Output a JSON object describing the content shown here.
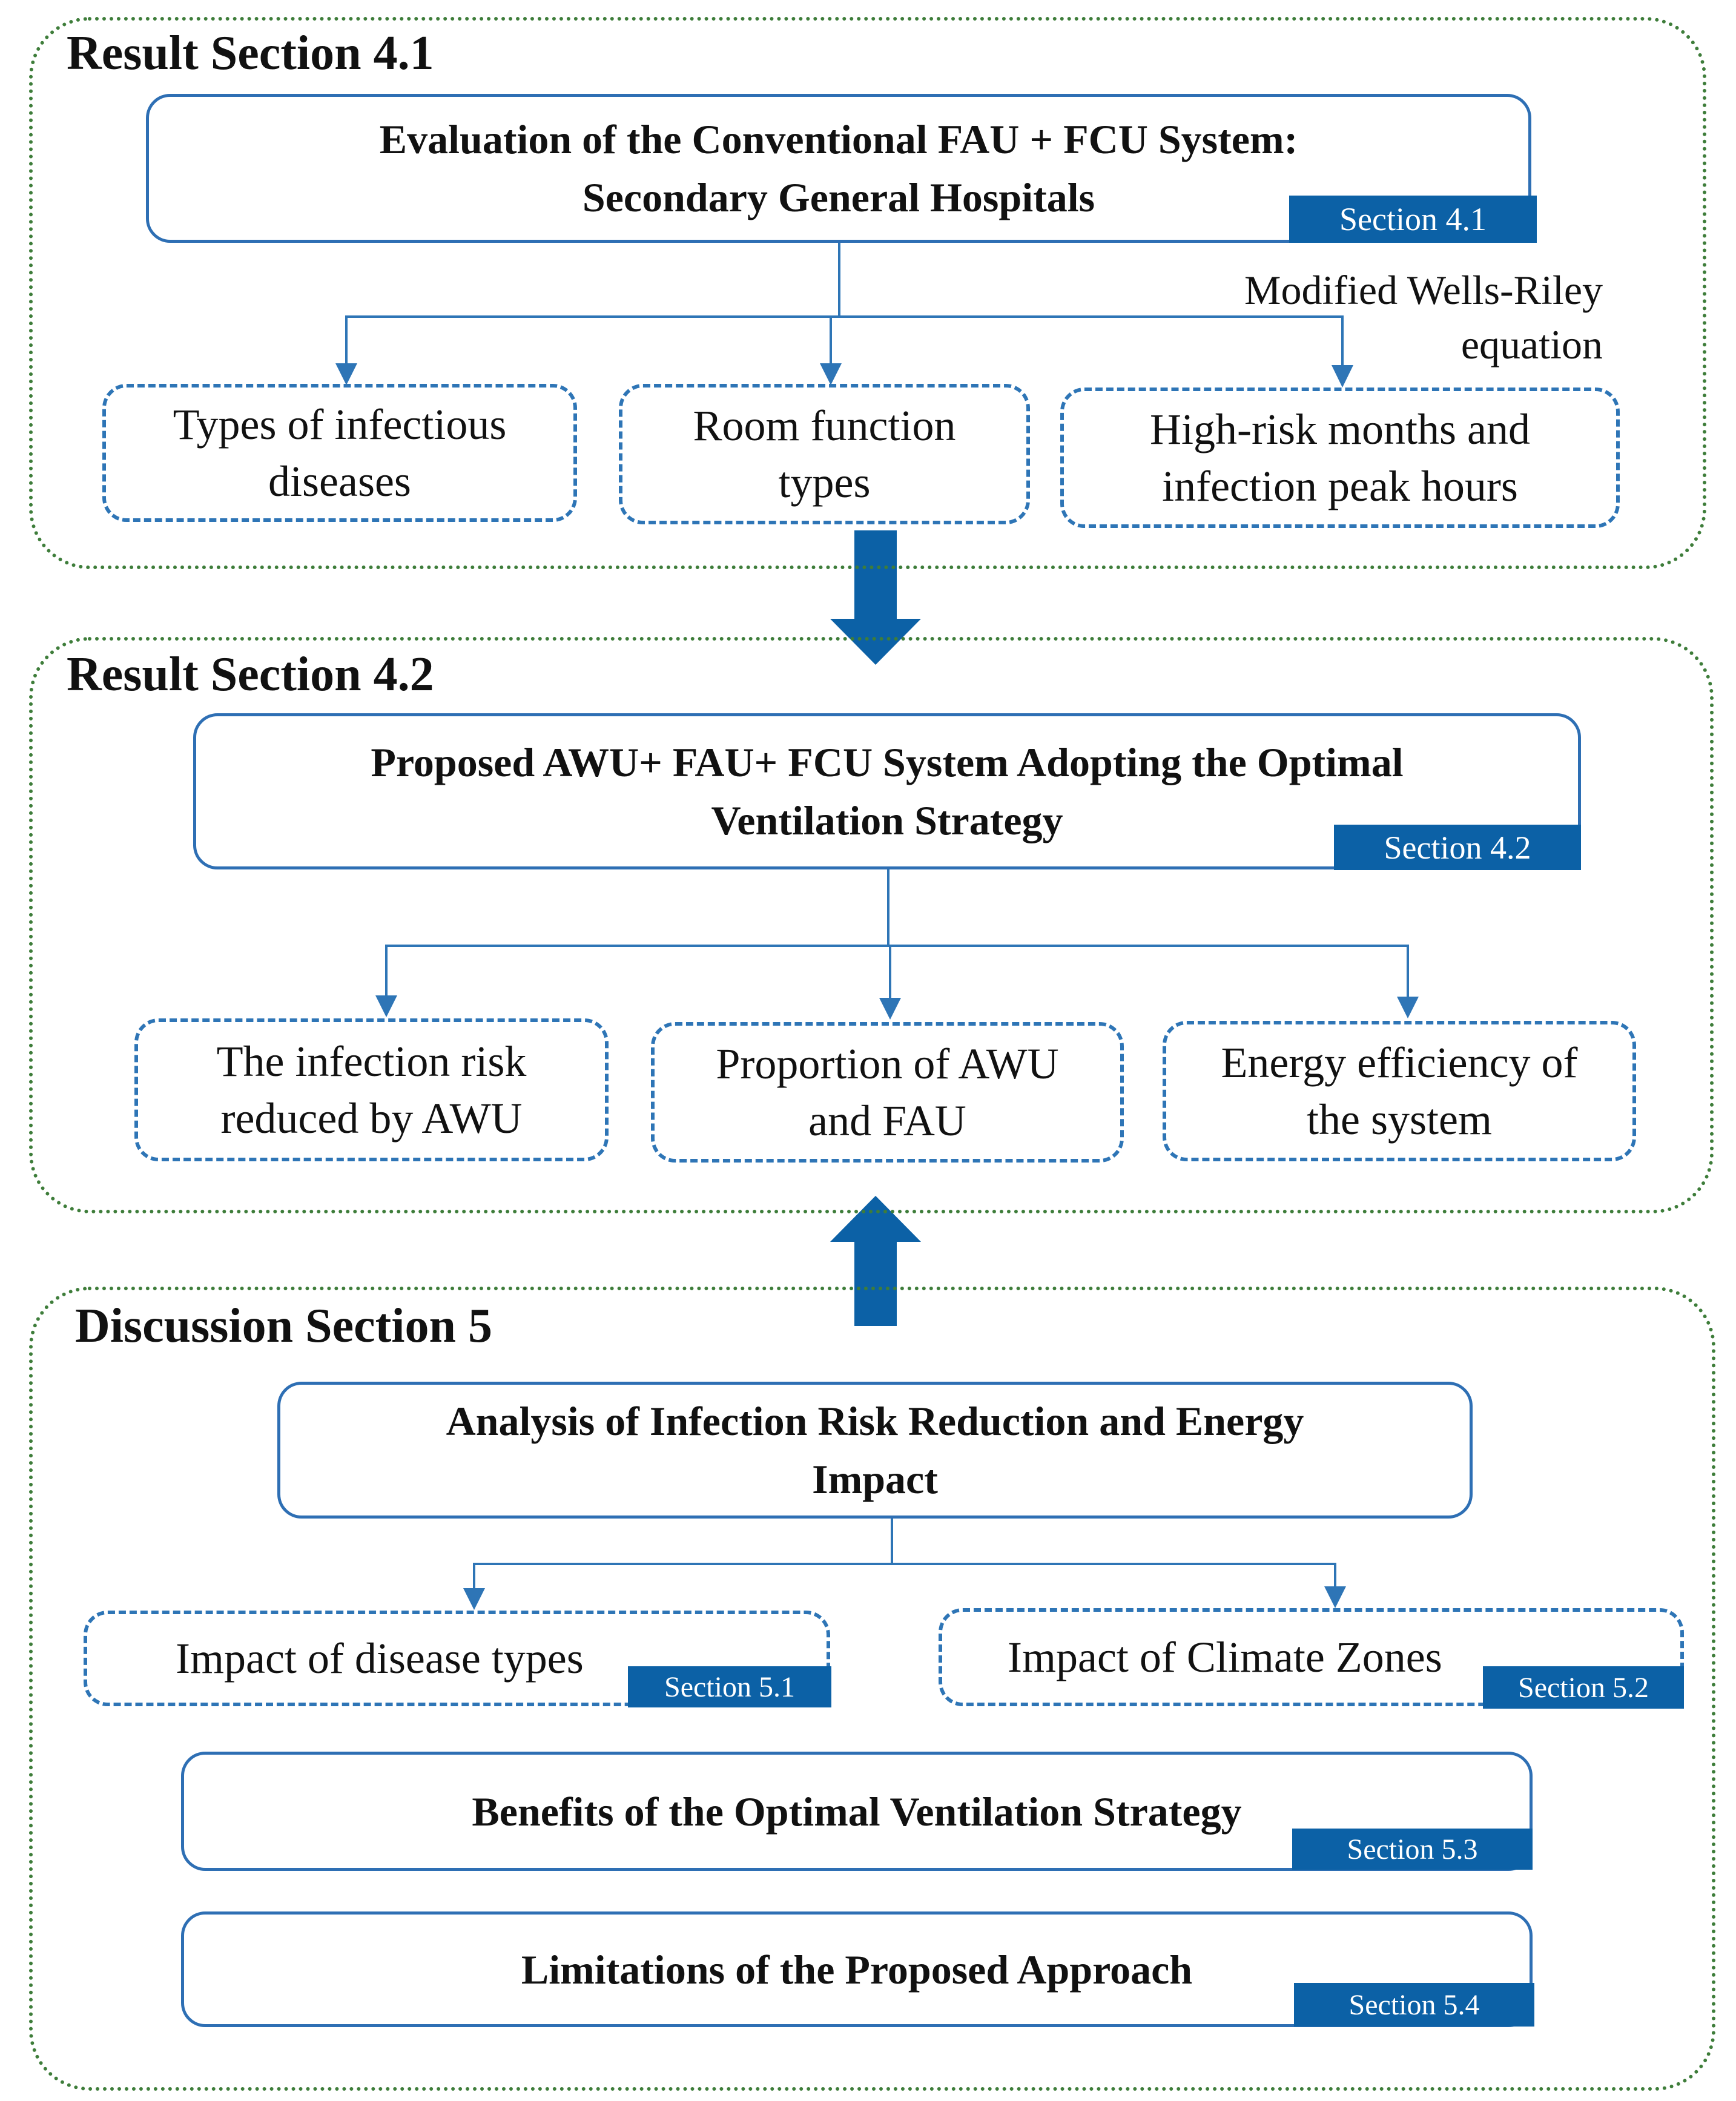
{
  "sections": {
    "s41": {
      "title": "Result Section 4.1",
      "main_line1": "Evaluation of the Conventional FAU + FCU System:",
      "main_line2": "Secondary General Hospitals",
      "tag": "Section 4.1",
      "method_note_line1": "Modified Wells-Riley",
      "method_note_line2": "equation",
      "items": [
        {
          "line1": "Types of infectious",
          "line2": "diseases"
        },
        {
          "line1": "Room function",
          "line2": "types"
        },
        {
          "line1": "High-risk months and",
          "line2": "infection peak hours"
        }
      ]
    },
    "s42": {
      "title": "Result Section 4.2",
      "main_line1": "Proposed AWU+ FAU+ FCU System Adopting the Optimal",
      "main_line2": "Ventilation Strategy",
      "tag": "Section 4.2",
      "items": [
        {
          "line1": "The infection risk",
          "line2": "reduced by AWU"
        },
        {
          "line1": "Proportion of AWU",
          "line2": "and FAU"
        },
        {
          "line1": "Energy efficiency of",
          "line2": "the system"
        }
      ]
    },
    "s5": {
      "title": "Discussion Section 5",
      "main_line1": "Analysis of Infection Risk Reduction and Energy",
      "main_line2": "Impact",
      "items": [
        {
          "label": "Impact of disease types",
          "tag": "Section 5.1"
        },
        {
          "label": "Impact of Climate Zones",
          "tag": "Section 5.2"
        }
      ],
      "benefits": {
        "label": "Benefits of the Optimal Ventilation Strategy",
        "tag": "Section 5.3"
      },
      "limitations": {
        "label": "Limitations of the Proposed Approach",
        "tag": "Section 5.4"
      }
    }
  },
  "colors": {
    "group_border": "#3e7d3a",
    "box_border": "#2e6fb4",
    "tag_fill": "#0c61a6",
    "connector": "#2e75b6",
    "big_arrow": "#0c61a6"
  }
}
